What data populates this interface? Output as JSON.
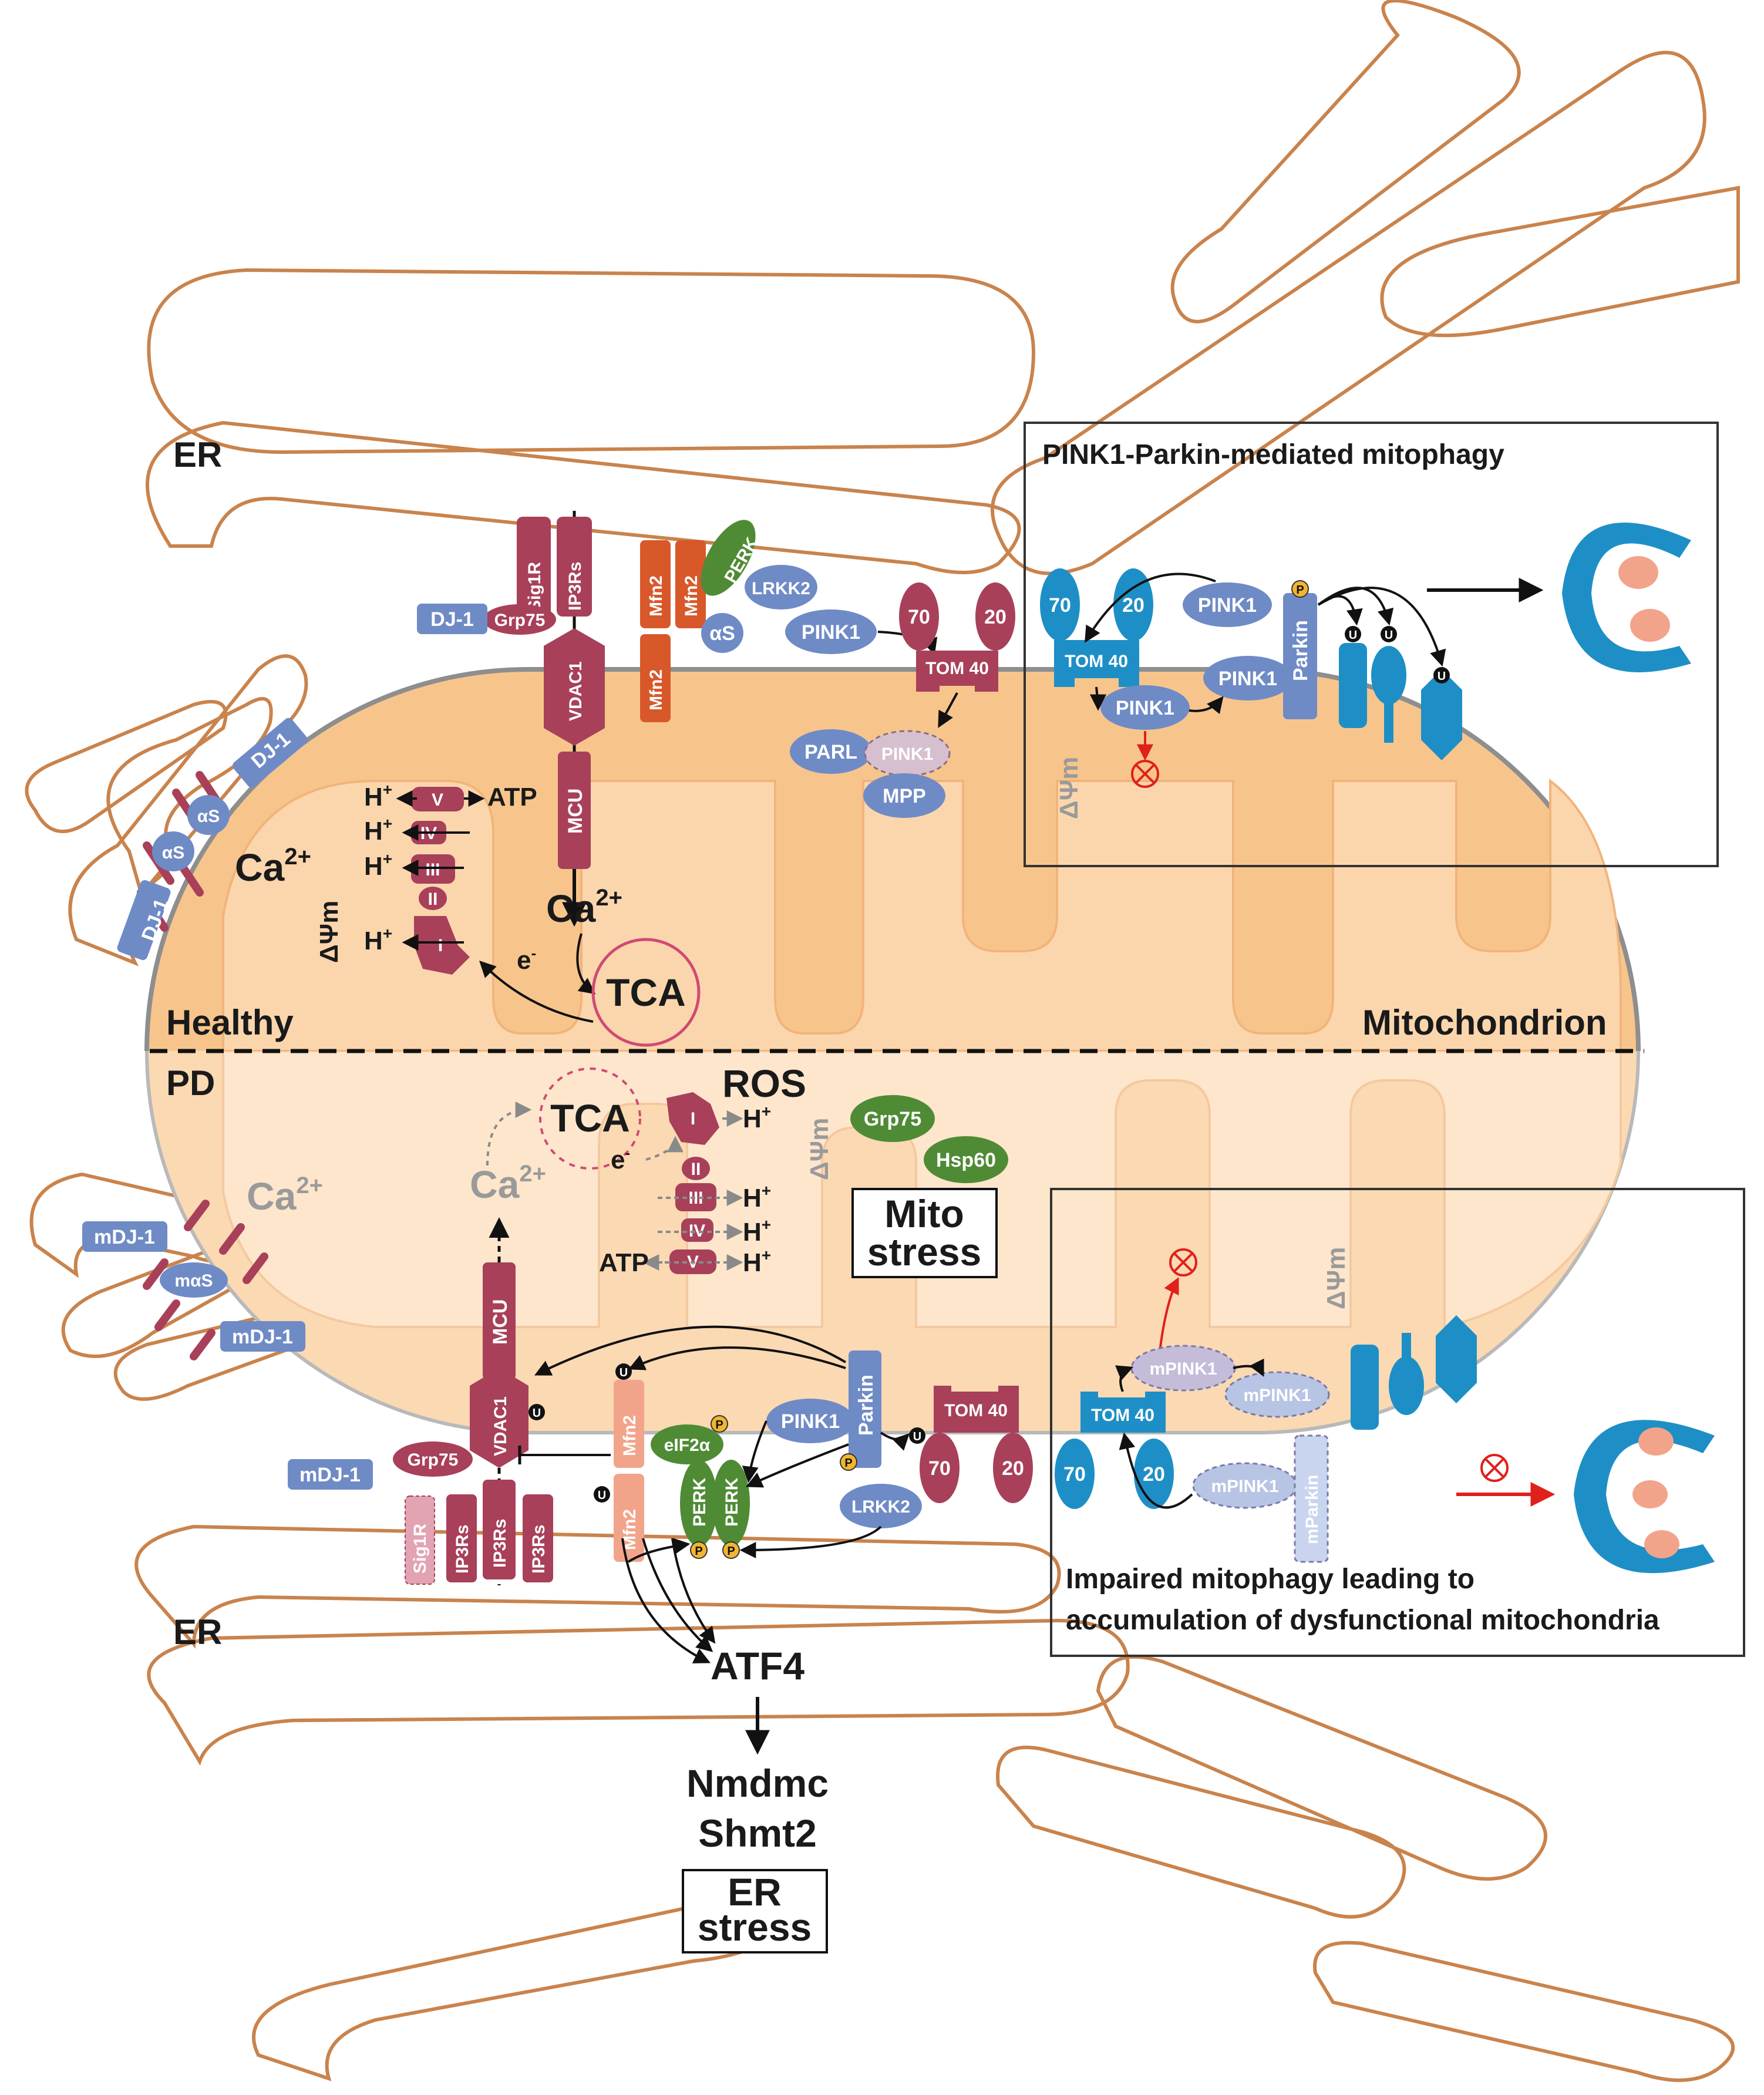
{
  "diagram": {
    "colors": {
      "er_stroke": "#c9834c",
      "mito_fill": "#f7c58c",
      "mito_pd_fill": "#fbd9b2",
      "crimson": "#a8405a",
      "blue_protein": "#6f8bc6",
      "orange_protein": "#d8582a",
      "green_protein": "#4f8b35",
      "cyan_protein": "#1e8fc6",
      "salmon": "#f2a48a"
    },
    "labels": {
      "er_top": "ER",
      "er_bottom": "ER",
      "healthy": "Healthy",
      "pd": "PD",
      "mitochondrion": "Mitochondrion",
      "mito_stress_1": "Mito",
      "mito_stress_2": "stress",
      "er_stress_1": "ER",
      "er_stress_2": "stress",
      "atf4": "ATF4",
      "nmdmc": "Nmdmc",
      "shmt2": "Shmt2",
      "ros": "ROS",
      "tca_healthy": "TCA",
      "tca_pd": "TCA",
      "ca_healthy_left": "Ca",
      "ca_healthy_mcu": "Ca",
      "ca_pd_left": "Ca",
      "ca_pd_mcu": "Ca",
      "ca_superscript": "2+",
      "delta_psi": "ΔΨm",
      "atp": "ATP",
      "h_plus": "H",
      "e_minus": "e"
    },
    "inset_healthy": {
      "title": "PINK1-Parkin-mediated mitophagy",
      "tom40": "TOM 40",
      "tom70": "70",
      "tom20": "20",
      "pink1": "PINK1",
      "parkin": "Parkin"
    },
    "inset_pd": {
      "caption_line1": "Impaired mitophagy leading to",
      "caption_line2": "accumulation of dysfunctional mitochondria",
      "tom40": "TOM 40",
      "tom70": "70",
      "tom20": "20",
      "mpink1": "mPINK1",
      "mparkin": "mParkin"
    },
    "healthy_proteins": {
      "sig1r": "Sig1R",
      "grp75": "Grp75",
      "dj1": "DJ-1",
      "ip3rs": "IP3Rs",
      "vdac1": "VDAC1",
      "mcu": "MCU",
      "mfn2": "Mfn2",
      "perk": "PERK",
      "lrrk2": "LRKK2",
      "as": "αS",
      "pink1": "PINK1",
      "tom40": "TOM 40",
      "tom70": "70",
      "tom20": "20",
      "parl": "PARL",
      "mpp": "MPP",
      "complexes": [
        "V",
        "IV",
        "III",
        "II",
        "I"
      ]
    },
    "pd_proteins": {
      "mdj1": "mDJ-1",
      "mas": "mαS",
      "grp75": "Grp75",
      "hsp60": "Hsp60",
      "sig1r": "Sig1R",
      "ip3rs": "IP3Rs",
      "vdac1": "VDAC1",
      "mcu": "MCU",
      "mfn2": "Mfn2",
      "perk": "PERK",
      "eif2a": "eIF2α",
      "pink1": "PINK1",
      "parkin": "Parkin",
      "lrrk2": "LRKK2",
      "tom40": "TOM 40",
      "tom70": "70",
      "tom20": "20",
      "complexes": [
        "I",
        "II",
        "III",
        "IV",
        "V"
      ]
    },
    "badges": {
      "ubiquitin": "U",
      "phospho": "P"
    }
  }
}
